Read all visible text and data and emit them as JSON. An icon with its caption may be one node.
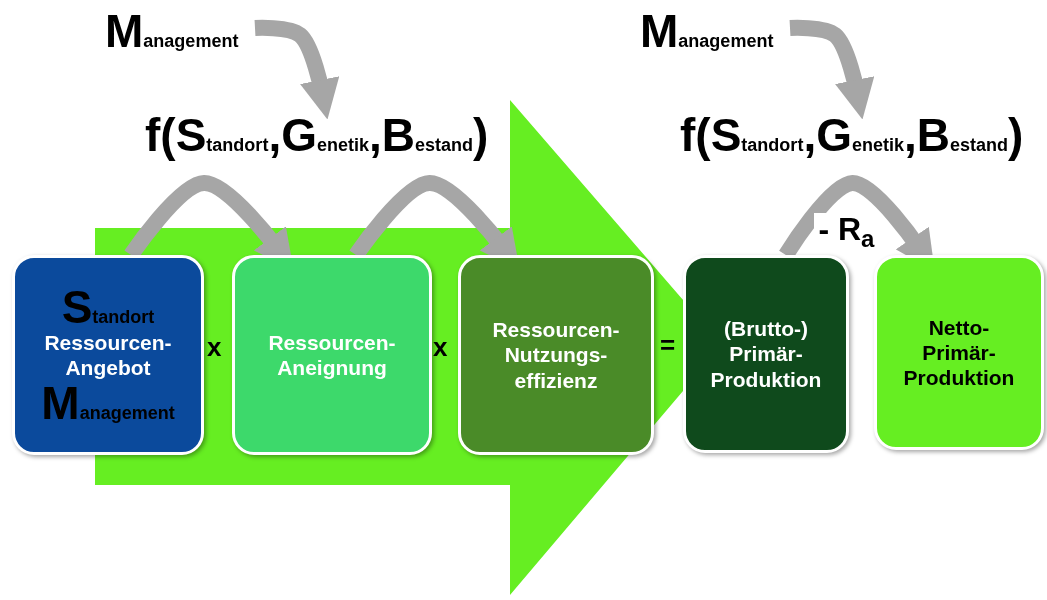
{
  "diagram": {
    "nodes": [
      {
        "text": [
          "Standort",
          "Ressourcen- Angebot",
          "Management"
        ]
      },
      {
        "text": [
          "Ressourcen- Aneignung"
        ]
      },
      {
        "text": [
          "Ressourcen- Nutzungs- effizienz"
        ]
      },
      {
        "text": [
          "(Brutto-) Primär- Produktion"
        ]
      },
      {
        "text": [
          "Netto- Primär- Produktion"
        ]
      },
      {
        "text": [
          "Management"
        ]
      },
      {
        "text": [
          "f(Standort,Genetik,Bestand)"
        ]
      },
      {
        "text": [
          "Management"
        ]
      },
      {
        "text": [
          "f(Standort,Genetik,Bestand)"
        ]
      }
    ],
    "edges": [
      {
        "from": 5,
        "to": 6,
        "arrow": "to"
      },
      {
        "from": 0,
        "to": 1,
        "arrow": "to"
      },
      {
        "from": 1,
        "to": 2,
        "arrow": "to"
      },
      {
        "from": 7,
        "to": 8,
        "arrow": "to"
      },
      {
        "from": 3,
        "to": 4,
        "arrow": "to",
        "label": "- R$_{a}$"
      },
      {
        "from": 0,
        "to": 3,
        "arrow": "to",
        "style": "thick",
        "color": "#66ee22"
      }
    ],
    "labels": [
      "x",
      "x",
      "="
    ]
  }
}
